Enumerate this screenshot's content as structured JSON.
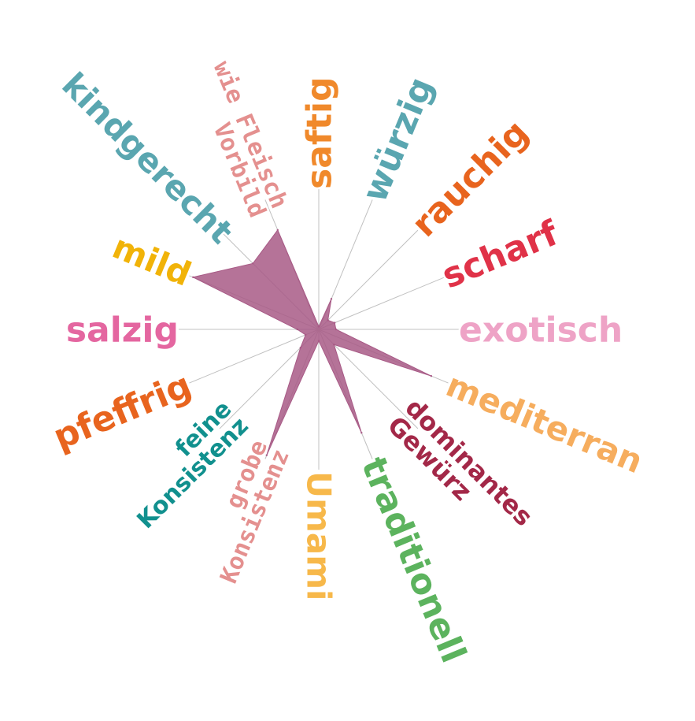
{
  "chart_data": {
    "type": "radar",
    "title": "",
    "axes": [
      {
        "label": [
          "saftig"
        ],
        "color": "#f0892b"
      },
      {
        "label": [
          "würzig"
        ],
        "color": "#5aa6b0"
      },
      {
        "label": [
          "rauchig"
        ],
        "color": "#e8641e"
      },
      {
        "label": [
          "scharf"
        ],
        "color": "#e03248"
      },
      {
        "label": [
          "exotisch"
        ],
        "color": "#eea3c6"
      },
      {
        "label": [
          "mediterran"
        ],
        "color": "#f6ad5e"
      },
      {
        "label": [
          "dominantes",
          "Gewürz"
        ],
        "color": "#a32848"
      },
      {
        "label": [
          "traditionell"
        ],
        "color": "#5cb35e"
      },
      {
        "label": [
          "Umami"
        ],
        "color": "#f7b84a"
      },
      {
        "label": [
          "grobe",
          "Konsistenz"
        ],
        "color": "#e4908f"
      },
      {
        "label": [
          "feine",
          "Konsistenz"
        ],
        "color": "#11908e"
      },
      {
        "label": [
          "pfeffrig"
        ],
        "color": "#e8641e"
      },
      {
        "label": [
          "salzig"
        ],
        "color": "#e466a0"
      },
      {
        "label": [
          "mild"
        ],
        "color": "#f1b308"
      },
      {
        "label": [
          "kindgerecht"
        ],
        "color": "#5aa6b0"
      },
      {
        "label": [
          "wie Fleisch",
          "Vorbild"
        ],
        "color": "#e4908f"
      }
    ],
    "series": [
      {
        "values": [
          0.02,
          0.23,
          0.09,
          0.12,
          0.12,
          0.85,
          0.15,
          0.78,
          0.08,
          0.95,
          0.18,
          0.1,
          0.15,
          0.95,
          0.65,
          0.75
        ]
      }
    ],
    "range": [
      0,
      1
    ],
    "fill_color": "#a85a86",
    "axis_line_color": "#c0c0c0"
  }
}
